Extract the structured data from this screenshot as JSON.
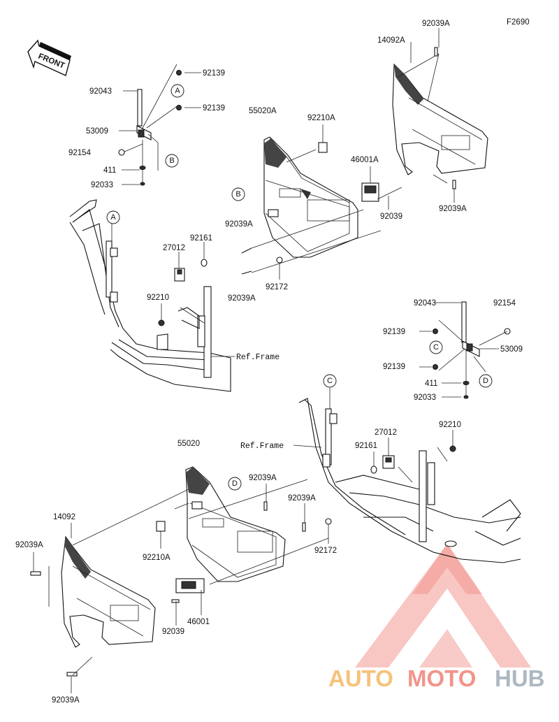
{
  "figure_code": "F2690",
  "front_label": "FRONT",
  "ref_frame": "Ref.Frame",
  "callout_letters": [
    "A",
    "B",
    "C",
    "D"
  ],
  "part_labels": {
    "p92039A_1": "92039A",
    "p14092A": "14092A",
    "p92139_1": "92139",
    "p92043_1": "92043",
    "p92139_2": "92139",
    "p55020A": "55020A",
    "p92210A_1": "92210A",
    "p53009_1": "53009",
    "p92154_1": "92154",
    "p46001A": "46001A",
    "p411_1": "411",
    "p92033_1": "92033",
    "p92039A_2": "92039A",
    "p92039": "92039",
    "p92039A_3": "92039A",
    "p27012_1": "27012",
    "p92161_1": "92161",
    "p92172_1": "92172",
    "p92039A_4": "92039A",
    "p92210_1": "92210",
    "p92043_2": "92043",
    "p92154_2": "92154",
    "p92139_3": "92139",
    "p53009_2": "53009",
    "p92139_4": "92139",
    "p411_2": "411",
    "p92033_2": "92033",
    "p27012_2": "27012",
    "p92210_2": "92210",
    "p92161_2": "92161",
    "p55020": "55020",
    "p92039A_5": "92039A",
    "p92039A_6": "92039A",
    "p14092": "14092",
    "p92039A_7": "92039A",
    "p92210A_2": "92210A",
    "p92172_2": "92172",
    "p92039_2": "92039",
    "p46001": "46001",
    "p92039A_8": "92039A"
  },
  "watermark": {
    "auto": "AUTO",
    "moto": "MOTO",
    "hub": "HUB"
  },
  "colors": {
    "line": "#111111",
    "watermark_red": "#e8463a",
    "watermark_orange": "#f5b45a",
    "watermark_gray": "#9aa7b2"
  }
}
